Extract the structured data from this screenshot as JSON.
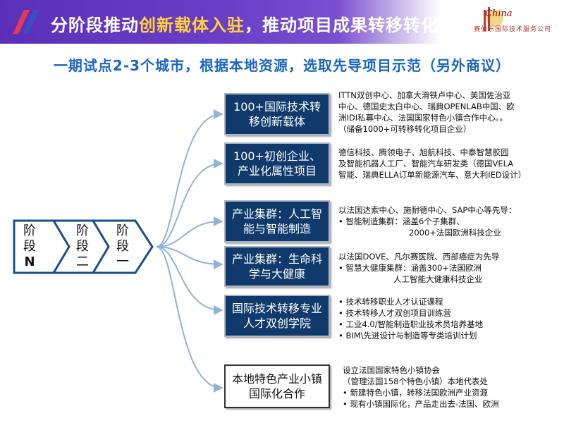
{
  "header": {
    "title_part1": "分阶段推动",
    "title_part2": "创新载体入驻",
    "title_part3": "，推动项目成果转移转化",
    "logo_text": "赛伯乐国际技术服务公司",
    "logo_china": "China"
  },
  "subtitle": "一期试点2-3个城市，根据本地资源，选取先导项目示范（另外商议）",
  "stages": [
    {
      "line1": "阶",
      "line2": "段",
      "line3": "N"
    },
    {
      "line1": "阶",
      "line2": "段",
      "line3": "二"
    },
    {
      "line1": "阶",
      "line2": "段",
      "line3": "一"
    }
  ],
  "boxes": [
    {
      "label": "100+国际技术转移创新载体",
      "lines": [
        "ITTN双创中心、加拿大滑铁卢中心、美国佐治亚",
        "中心、德国史太白中心、瑞典OPENLAB中国、欧",
        "洲IDI私募中心、法国国家特色小镇合作中心。。",
        "（储备1000+可转移转化项目企业）"
      ]
    },
    {
      "label": "100+初创企业、产业化属性项目",
      "lines": [
        "德信科技、腾领电子、旭航科技、中泰智慧胶园",
        "及智能机器人工厂、智能汽车研发类（德国VELA",
        "智能、瑞典ELLA订单新能源汽车、意大利IED设计）"
      ]
    },
    {
      "label": "产业集群：人工智能与智能制造",
      "intro": "以法国达索中心、施耐德中心、SAP中心等先导：",
      "bullet": "智能制造集群：涵盖6个子集群、",
      "indent": "2000+法国欧洲科技企业"
    },
    {
      "label": "产业集群：生命科学与大健康",
      "intro": "以法国DOVE、凡尔赛医院、西部癌症为先导",
      "bullet": "智慧大健康集群：涵盖300+法国欧洲",
      "indent": "人工智能大健康科技企业"
    },
    {
      "label": "国际技术转移专业人才双创学院",
      "bullets": [
        "技术转移职业人才认证课程",
        "技术转移人才双创项目训练营",
        "工业4.0/智能制造职业技术员培养基地",
        "BIM\\先进设计与制造等专类培训计划"
      ]
    },
    {
      "label": "本地特色产业小镇国际化合作",
      "intro": "设立法国国家特色小镇协会",
      "intro2": "（管理法国158个特色小镇）本地代表处",
      "bullets": [
        "新建特色小镇，转移法国欧洲产业资源",
        "现有小镇国际化，产品走出去-法国、欧洲"
      ]
    }
  ],
  "colors": {
    "header": "#5b2fb8",
    "title_highlight": "#ffd33a",
    "subtitle": "#1a66c2",
    "box": "#0f3a6b",
    "connector": "#8fb3d9"
  }
}
